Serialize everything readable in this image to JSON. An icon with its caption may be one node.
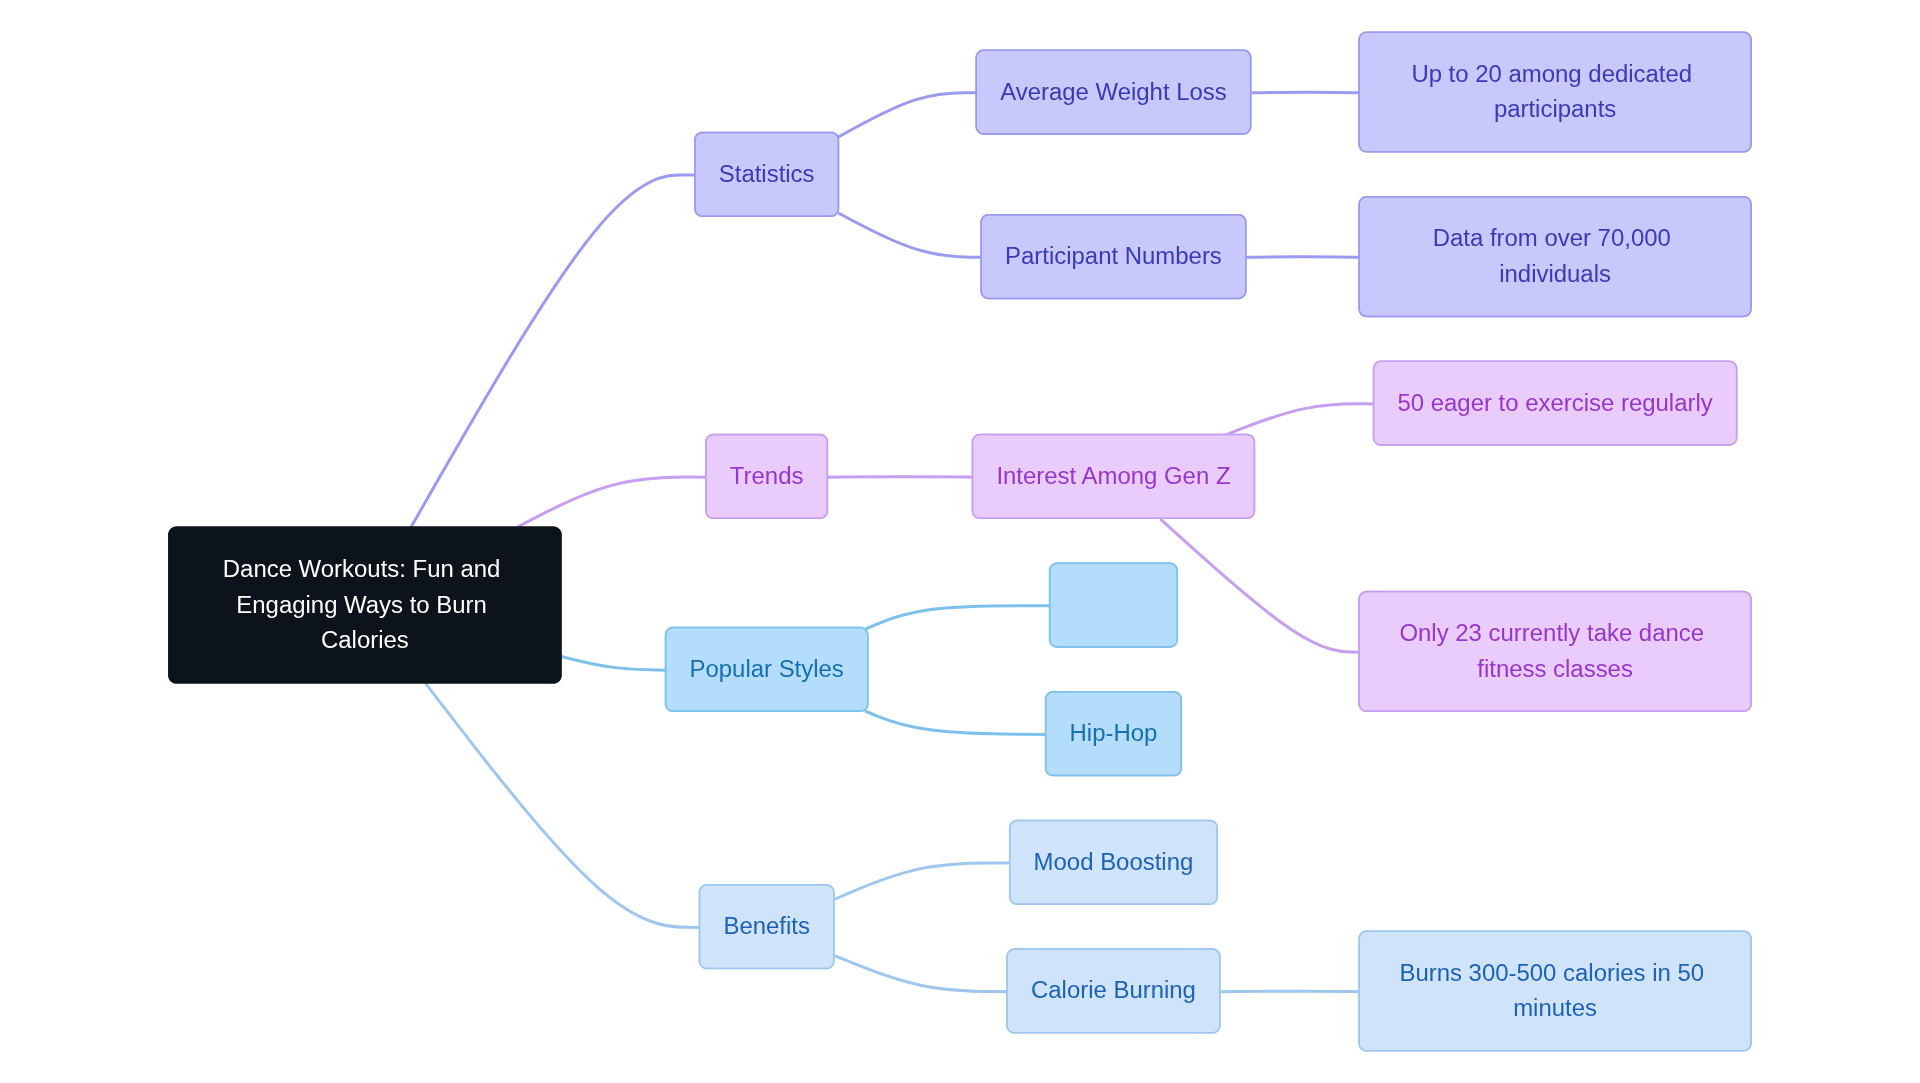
{
  "diagram": {
    "nodes": [
      {
        "text": [
          "Dance Workouts: Fun and Engaging Ways to Burn Calories"
        ]
      },
      {
        "text": [
          "Statistics"
        ]
      },
      {
        "text": [
          "Average Weight Loss"
        ]
      },
      {
        "text": [
          "Up to 20 among dedicated participants"
        ]
      },
      {
        "text": [
          "Participant Numbers"
        ]
      },
      {
        "text": [
          "Data from over 70,000 individuals"
        ]
      },
      {
        "text": [
          "Trends"
        ]
      },
      {
        "text": [
          "Interest Among Gen Z"
        ]
      },
      {
        "text": [
          "50 eager to exercise regularly"
        ]
      },
      {
        "text": [
          "Only 23 currently take dance fitness classes"
        ]
      },
      {
        "text": [
          "Popular Styles"
        ]
      },
      {
        "text": [],
        "shape": "box"
      },
      {
        "text": [
          "Hip-Hop"
        ]
      },
      {
        "text": [
          "Benefits"
        ]
      },
      {
        "text": [
          "Mood Boosting"
        ]
      },
      {
        "text": [
          "Calorie Burning"
        ]
      },
      {
        "text": [
          "Burns 300-500 calories in 50 minutes"
        ]
      }
    ],
    "edges": [
      {
        "from": 0,
        "to": 1,
        "arrow": "none"
      },
      {
        "from": 1,
        "to": 2,
        "arrow": "none"
      },
      {
        "from": 2,
        "to": 3,
        "arrow": "none"
      },
      {
        "from": 1,
        "to": 4,
        "arrow": "none"
      },
      {
        "from": 4,
        "to": 5,
        "arrow": "none"
      },
      {
        "from": 0,
        "to": 6,
        "arrow": "none",
        "color": "#c79ff0"
      },
      {
        "from": 6,
        "to": 7,
        "arrow": "none",
        "color": "#c79ff0"
      },
      {
        "from": 7,
        "to": 8,
        "arrow": "none",
        "color": "#c79ff0"
      },
      {
        "from": 7,
        "to": 9,
        "arrow": "none",
        "color": "#c79ff0"
      },
      {
        "from": 0,
        "to": 10,
        "arrow": "none",
        "color": "#7dc0ec"
      },
      {
        "from": 10,
        "to": 11,
        "arrow": "none",
        "color": "#7dc0ec"
      },
      {
        "from": 10,
        "to": 12,
        "arrow": "none",
        "color": "#7dc0ec"
      },
      {
        "from": 0,
        "to": 13,
        "arrow": "none",
        "color": "#9fc6ee"
      },
      {
        "from": 13,
        "to": 14,
        "arrow": "none",
        "color": "#9fc6ee"
      },
      {
        "from": 13,
        "to": 15,
        "arrow": "none",
        "color": "#9fc6ee"
      },
      {
        "from": 15,
        "to": 16,
        "arrow": "none",
        "color": "#9fc6ee"
      }
    ]
  }
}
